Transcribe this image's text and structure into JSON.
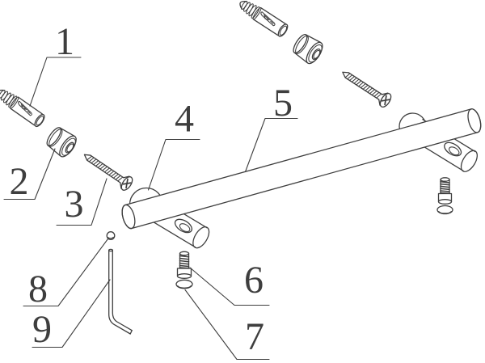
{
  "figure": {
    "background_color": "#ffffff",
    "line_color": "#3e3e3e",
    "description": "exploded-assembly-line-drawing",
    "callouts": [
      {
        "number": "1",
        "part": "wall-anchor"
      },
      {
        "number": "2",
        "part": "spacer-collar"
      },
      {
        "number": "3",
        "part": "mounting-screw"
      },
      {
        "number": "4",
        "part": "mounting-post"
      },
      {
        "number": "5",
        "part": "bar-rail"
      },
      {
        "number": "6",
        "part": "set-screw"
      },
      {
        "number": "7",
        "part": "cover-cap"
      },
      {
        "number": "8",
        "part": "steel-ball"
      },
      {
        "number": "9",
        "part": "hex-wrench"
      }
    ]
  }
}
